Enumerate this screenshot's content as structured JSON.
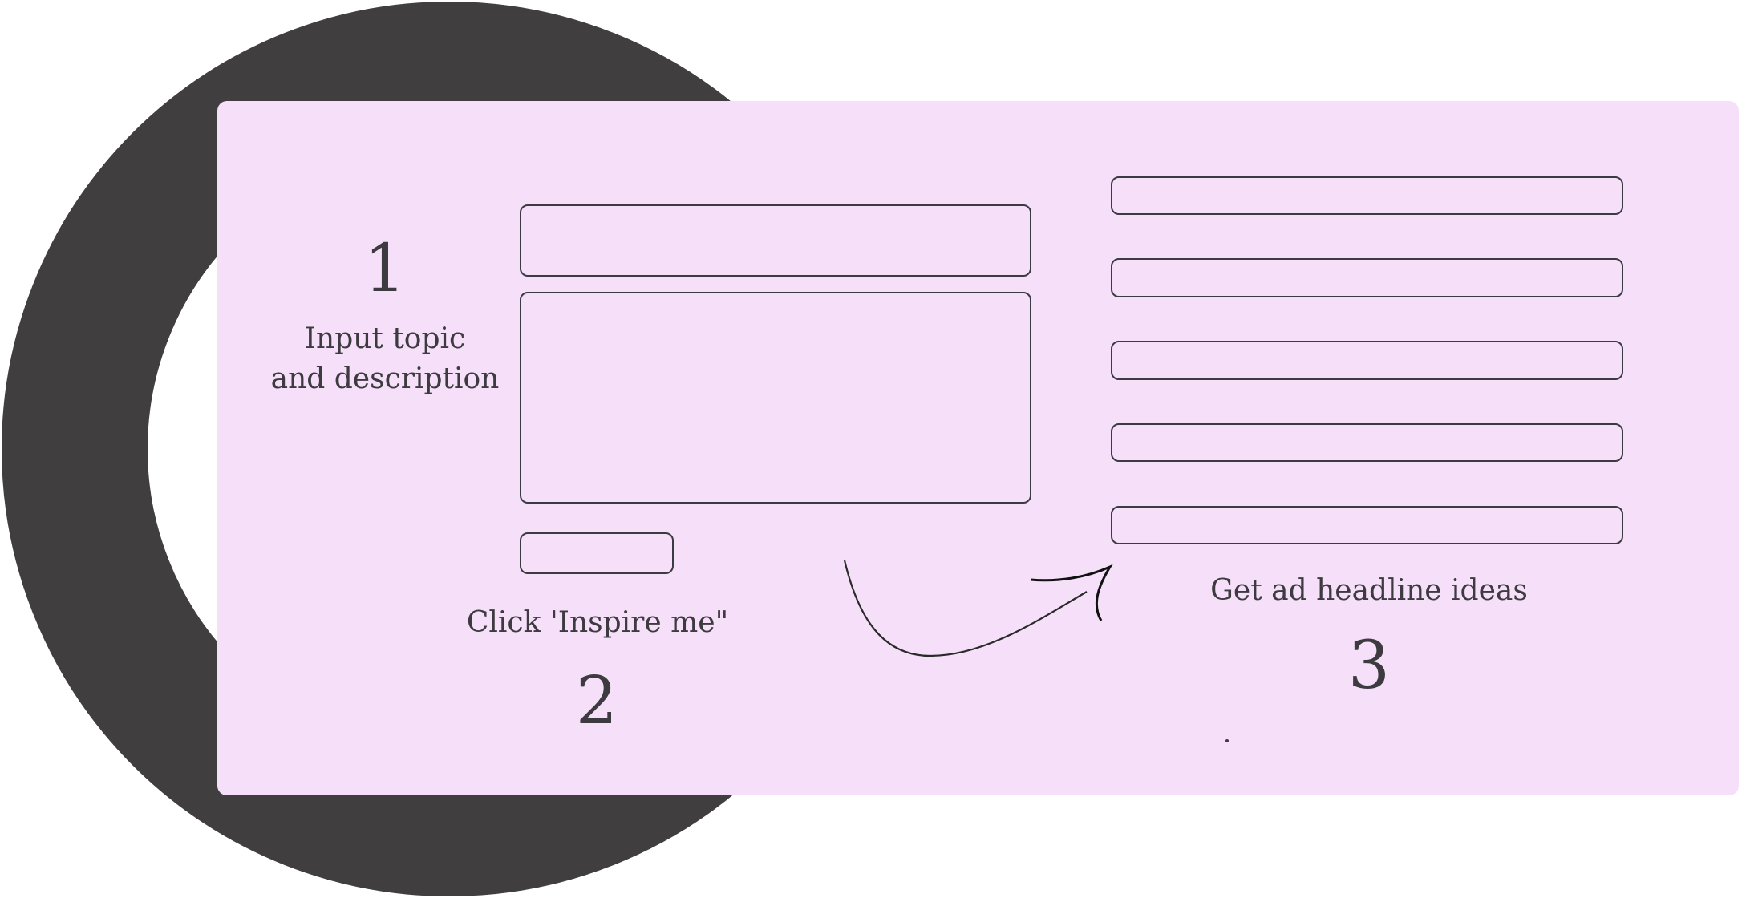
{
  "colors": {
    "ring": "#403e3f",
    "card": "#f6e0f9",
    "outline": "#3c3a42",
    "text": "#3d3a40"
  },
  "steps": {
    "one": {
      "number": "1",
      "line1": "Input topic",
      "line2": "and description"
    },
    "two": {
      "number": "2",
      "text": "Click 'Inspire me\""
    },
    "three": {
      "number": "3",
      "text": "Get ad headline ideas"
    }
  }
}
